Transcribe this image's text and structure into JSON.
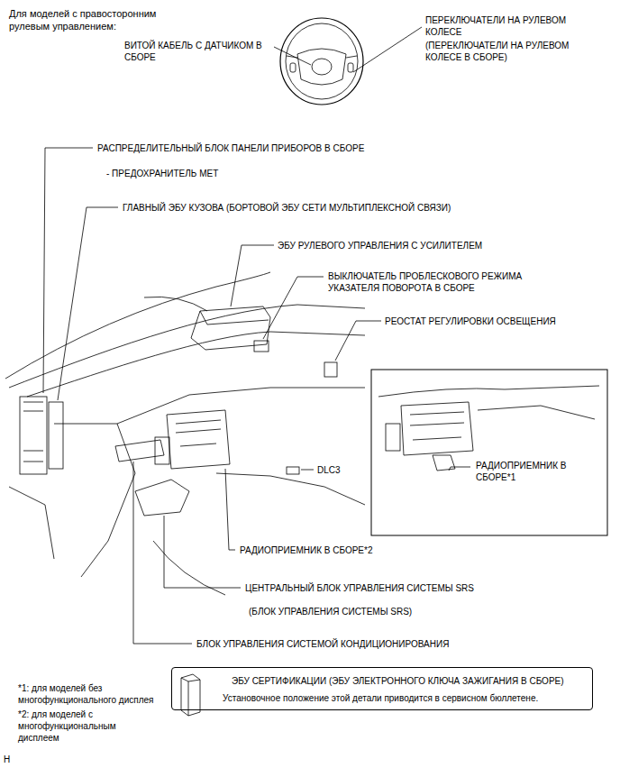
{
  "diagram": {
    "title": "Для моделей с правосторонним рулевым управлением:",
    "nodes": [
      {
        "text": [
          "РАДИОПРИЕМНИК В СБОРЕ*1"
        ]
      },
      {
        "text": [
          "ЭБУ СЕРТИФИКАЦИИ (ЭБУ ЭЛЕКТРОННОГО КЛЮЧА ЗАЖИГАНИЯ В СБОРЕ)",
          "Установочное положение этой детали приводится в сервисном бюллетене."
        ]
      }
    ],
    "labels": [
      "ВИТОЙ КАБЕЛЬ С ДАТЧИКОМ В СБОРЕ",
      "ПЕРЕКЛЮЧАТЕЛИ НА РУЛЕВОМ КОЛЕСЕ",
      "(ПЕРЕКЛЮЧАТЕЛИ НА РУЛЕВОМ КОЛЕСЕ В СБОРЕ)",
      "РАСПРЕДЕЛИТЕЛЬНЫЙ БЛОК ПАНЕЛИ ПРИБОРОВ В СБОРЕ",
      "- ПРЕДОХРАНИТЕЛЬ МЕТ",
      "ГЛАВНЫЙ ЭБУ КУЗОВА (БОРТОВОЙ ЭБУ СЕТИ МУЛЬТИПЛЕКСНОЙ СВЯЗИ)",
      "ЭБУ РУЛЕВОГО УПРАВЛЕНИЯ С УСИЛИТЕЛЕМ",
      "ВЫКЛЮЧАТЕЛЬ ПРОБЛЕСКОВОГО РЕЖИМА УКАЗАТЕЛЯ ПОВОРОТА В СБОРЕ",
      "РЕОСТАТ РЕГУЛИРОВКИ ОСВЕЩЕНИЯ",
      "DLC3",
      "РАДИОПРИЕМНИК В СБОРЕ*2",
      "ЦЕНТРАЛЬНЫЙ БЛОК УПРАВЛЕНИЯ СИСТЕМЫ SRS",
      "(БЛОК УПРАВЛЕНИЯ СИСТЕМЫ SRS)",
      "БЛОК УПРАВЛЕНИЯ СИСТЕМОЙ КОНДИЦИОНИРОВАНИЯ",
      "*1: для моделей без многофункционального дисплея",
      "*2: для моделей с многофункциональным дисплеем",
      "H"
    ]
  }
}
